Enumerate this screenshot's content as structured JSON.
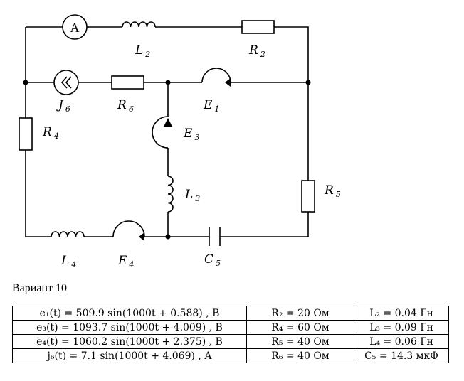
{
  "circuit": {
    "ammeter_label": "A",
    "labels": [
      {
        "id": "L2",
        "main": "L",
        "sub": "2"
      },
      {
        "id": "R2",
        "main": "R",
        "sub": "2"
      },
      {
        "id": "J6",
        "main": "J",
        "sub": "6"
      },
      {
        "id": "R6",
        "main": "R",
        "sub": "6"
      },
      {
        "id": "E1",
        "main": "E",
        "sub": "1"
      },
      {
        "id": "R4",
        "main": "R",
        "sub": "4"
      },
      {
        "id": "E3",
        "main": "E",
        "sub": "3"
      },
      {
        "id": "L3",
        "main": "L",
        "sub": "3"
      },
      {
        "id": "R5",
        "main": "R",
        "sub": "5"
      },
      {
        "id": "L4",
        "main": "L",
        "sub": "4"
      },
      {
        "id": "E4",
        "main": "E",
        "sub": "4"
      },
      {
        "id": "C5",
        "main": "C",
        "sub": "5"
      }
    ]
  },
  "variant": "Вариант 10",
  "table": [
    [
      "e₁(t) = 509.9 sin(1000t + 0.588) , B",
      "R₂ = 20 Ом",
      "L₂ = 0.04 Гн"
    ],
    [
      "e₃(t) = 1093.7 sin(1000t + 4.009) , B",
      "R₄ = 60 Ом",
      "L₃ = 0.09 Гн"
    ],
    [
      "e₄(t) = 1060.2 sin(1000t + 2.375) , B",
      "R₅ = 40 Ом",
      "L₄ = 0.06 Гн"
    ],
    [
      "j₆(t) = 7.1 sin(1000t + 4.069) , A",
      "R₆ = 40 Ом",
      "C₅ = 14.3 мкФ"
    ]
  ]
}
